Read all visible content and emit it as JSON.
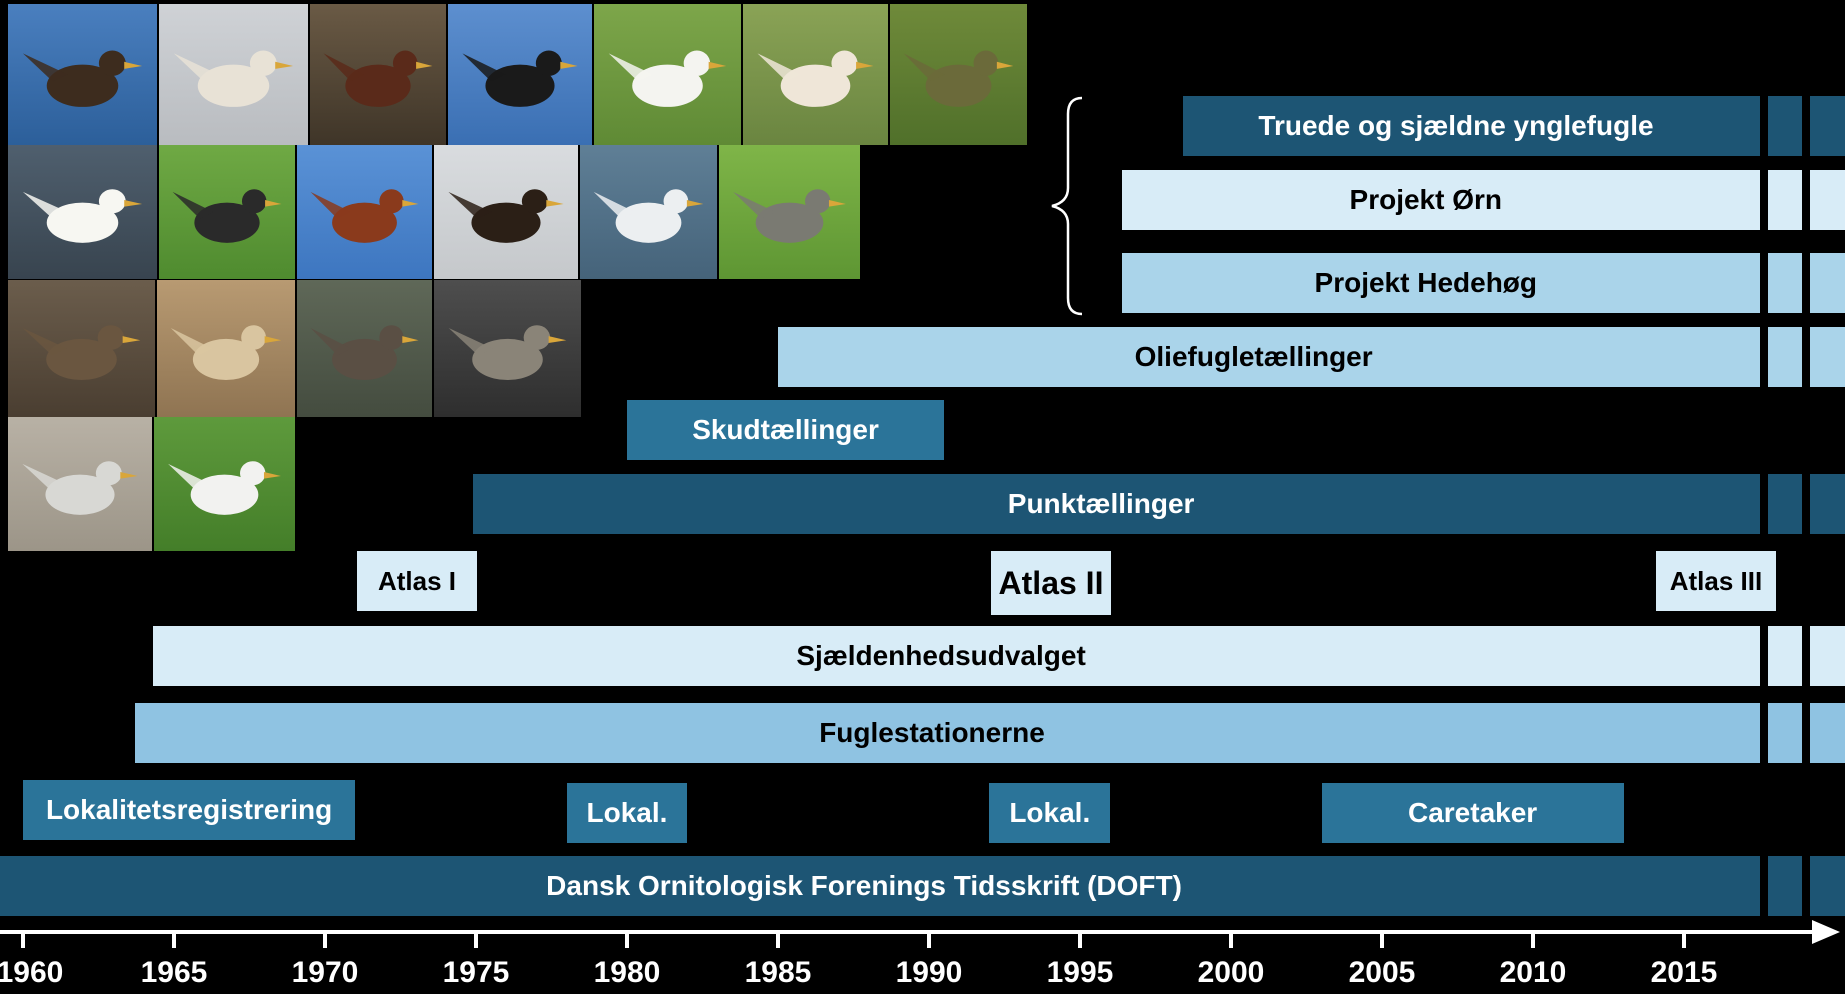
{
  "axis": {
    "ticks": [
      "1960",
      "1965",
      "1970",
      "1975",
      "1980",
      "1985",
      "1990",
      "1995",
      "2000",
      "2005",
      "2010",
      "2015"
    ]
  },
  "programs": [
    {
      "id": "truede",
      "label": "Truede og sjældne ynglefugle",
      "color": "#1d5574",
      "text_color": "#ffffff",
      "start": 1998.4,
      "end": 2016.5,
      "continues": true
    },
    {
      "id": "orn",
      "label": "Projekt Ørn",
      "color": "#d8ecf7",
      "text_color": "#000000",
      "start": 1996.4,
      "end": 2016.5,
      "continues": true
    },
    {
      "id": "hedehog",
      "label": "Projekt Hedehøg",
      "color": "#aad4ea",
      "text_color": "#000000",
      "start": 1996.4,
      "end": 2016.5,
      "continues": true
    },
    {
      "id": "oliefugl",
      "label": "Oliefugletællinger",
      "color": "#aad4ea",
      "text_color": "#000000",
      "start": 1985.0,
      "end": 2016.5,
      "continues": true
    },
    {
      "id": "skud",
      "label": "Skudtællinger",
      "color": "#2b7499",
      "text_color": "#ffffff",
      "start": 1980.0,
      "end": 1990.5,
      "continues": false
    },
    {
      "id": "punkt",
      "label": "Punktællinger",
      "color": "#1d5574",
      "text_color": "#ffffff",
      "start": 1974.9,
      "end": 2016.5,
      "continues": true
    },
    {
      "id": "sjaelden",
      "label": "Sjældenhedsudvalget",
      "color": "#d8ecf7",
      "text_color": "#000000",
      "start": 1964.3,
      "end": 2016.5,
      "continues": true
    },
    {
      "id": "fuglestation",
      "label": "Fuglestationerne",
      "color": "#8fc3e2",
      "text_color": "#000000",
      "start": 1963.7,
      "end": 2016.5,
      "continues": true
    },
    {
      "id": "lok1",
      "label": "Lokalitetsregistrering",
      "color": "#2b7499",
      "text_color": "#ffffff",
      "start": 1960.0,
      "end": 1971.0,
      "continues": false
    },
    {
      "id": "lok2",
      "label": "Lokal.",
      "color": "#2b7499",
      "text_color": "#ffffff",
      "start": 1978.0,
      "end": 1982.0,
      "continues": false
    },
    {
      "id": "lok3",
      "label": "Lokal.",
      "color": "#2b7499",
      "text_color": "#ffffff",
      "start": 1992.0,
      "end": 1996.0,
      "continues": false
    },
    {
      "id": "caretaker",
      "label": "Caretaker",
      "color": "#2b7499",
      "text_color": "#ffffff",
      "start": 2003.0,
      "end": 2013.0,
      "continues": false
    },
    {
      "id": "doft",
      "label": "Dansk Ornitologisk Forenings Tidsskrift (DOFT)",
      "color": "#1d5574",
      "text_color": "#ffffff",
      "start": 1959.2,
      "end": 2016.5,
      "continues": true
    }
  ],
  "atlas": [
    {
      "label": "Atlas I",
      "start": 1971.0,
      "end": 1975.0
    },
    {
      "label": "Atlas II",
      "start": 1992.0,
      "end": 1996.0
    },
    {
      "label": "Atlas III",
      "start": 2014.0,
      "end": 2018.0
    }
  ],
  "photos": [
    "white-tailed-eagle",
    "hen-harrier",
    "slavonian-grebe",
    "black-stork",
    "white-stork",
    "spoonbill",
    "golden-plover",
    "whooper-swans",
    "barnacle-goose",
    "red-kite",
    "golden-eagle",
    "little-gull",
    "barred-warbler",
    "osprey",
    "peregrine-falcon",
    "spotted-crake",
    "tengmalms-owl",
    "sandwich-tern",
    "mediterranean-gull"
  ],
  "colors": {
    "dark": "#1d5574",
    "mid": "#2b7499",
    "light": "#aad4ea",
    "pale": "#d8ecf7",
    "sky": "#8fc3e2",
    "background": "#000000",
    "axis": "#ffffff"
  }
}
